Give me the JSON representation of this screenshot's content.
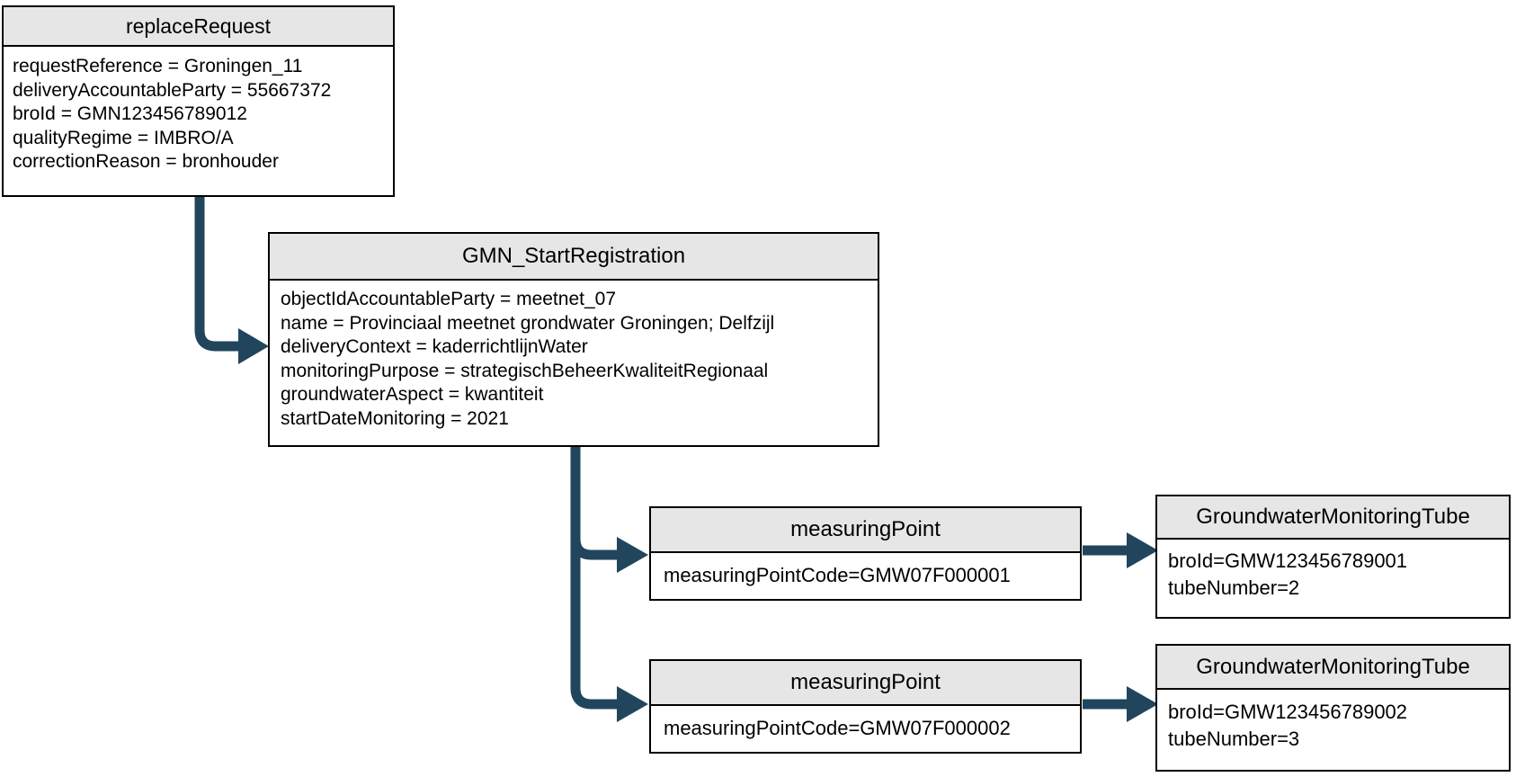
{
  "diagram": {
    "colors": {
      "arrow": "#21455C",
      "header_fill": "#E6E6E6",
      "border": "#000000",
      "background": "#FFFFFF"
    },
    "nodes": {
      "replace_request": {
        "title": "replaceRequest",
        "attributes": [
          "requestReference = Groningen_11",
          "deliveryAccountableParty = 55667372",
          "broId = GMN123456789012",
          "qualityRegime = IMBRO/A",
          "correctionReason = bronhouder"
        ]
      },
      "gmn_start_registration": {
        "title": "GMN_StartRegistration",
        "attributes": [
          "objectIdAccountableParty = meetnet_07",
          "name = Provinciaal meetnet grondwater Groningen; Delfzijl",
          "deliveryContext = kaderrichtlijnWater",
          "monitoringPurpose = strategischBeheerKwaliteitRegionaal",
          "groundwaterAspect = kwantiteit",
          "startDateMonitoring = 2021"
        ]
      },
      "measuring_point_1": {
        "title": "measuringPoint",
        "attributes": [
          "measuringPointCode=GMW07F000001"
        ]
      },
      "groundwater_monitoring_tube_1": {
        "title": "GroundwaterMonitoringTube",
        "attributes": [
          "broId=GMW123456789001",
          "tubeNumber=2"
        ]
      },
      "measuring_point_2": {
        "title": "measuringPoint",
        "attributes": [
          "measuringPointCode=GMW07F000002"
        ]
      },
      "groundwater_monitoring_tube_2": {
        "title": "GroundwaterMonitoringTube",
        "attributes": [
          "broId=GMW123456789002",
          "tubeNumber=3"
        ]
      }
    },
    "edges": [
      {
        "from": "replaceRequest",
        "to": "GMN_StartRegistration"
      },
      {
        "from": "GMN_StartRegistration",
        "to": "measuringPoint GMW07F000001"
      },
      {
        "from": "GMN_StartRegistration",
        "to": "measuringPoint GMW07F000002"
      },
      {
        "from": "measuringPoint GMW07F000001",
        "to": "GroundwaterMonitoringTube GMW123456789001"
      },
      {
        "from": "measuringPoint GMW07F000002",
        "to": "GroundwaterMonitoringTube GMW123456789002"
      }
    ]
  }
}
